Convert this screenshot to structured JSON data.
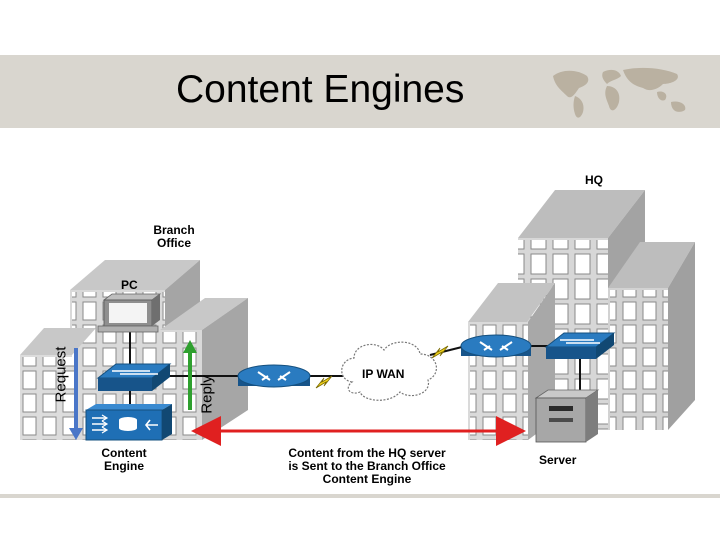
{
  "title": "Content Engines",
  "labels": {
    "hq": "HQ",
    "branch_office_line1": "Branch",
    "branch_office_line2": "Office",
    "pc": "PC",
    "request": "Request",
    "reply": "Reply",
    "ip_wan": "IP WAN",
    "content_engine_line1": "Content",
    "content_engine_line2": "Engine",
    "content_flow_line1": "Content from the HQ server",
    "content_flow_line2": "is Sent to the Branch Office",
    "content_flow_line3": "Content Engine",
    "server": "Server"
  },
  "colors": {
    "band": "#d9d6cf",
    "device_blue": "#1f6fb5",
    "request_arrow": "#4a76c8",
    "reply_arrow": "#2fa02f",
    "content_arrow": "#e02020",
    "lightning": "#f2d21a"
  }
}
